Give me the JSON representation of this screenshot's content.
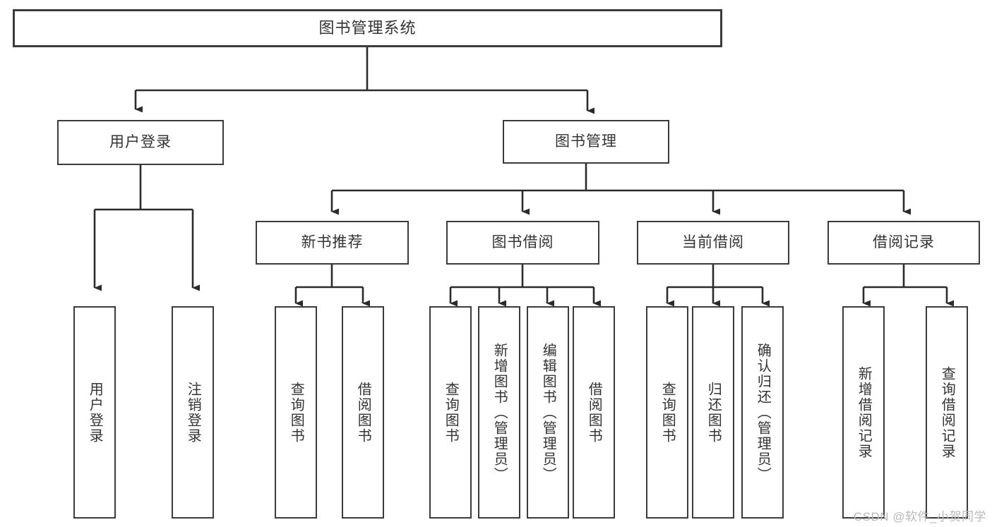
{
  "diagram": {
    "type": "tree",
    "title": "图书管理系统",
    "colors": {
      "box_border": "#3b3b3b",
      "box_fill": "#ffffff",
      "text": "#333333",
      "connector": "#2b2b2b",
      "watermark": "#b9b9b9"
    },
    "root": {
      "label": "图书管理系统"
    },
    "level1": [
      {
        "label": "用户登录"
      },
      {
        "label": "图书管理"
      }
    ],
    "level2": [
      {
        "label": "新书推荐"
      },
      {
        "label": "图书借阅"
      },
      {
        "label": "当前借阅"
      },
      {
        "label": "借阅记录"
      }
    ],
    "leaves": [
      {
        "label": "用户登录",
        "parent": "用户登录"
      },
      {
        "label": "注销登录",
        "parent": "用户登录"
      },
      {
        "label": "查询图书",
        "parent": "新书推荐"
      },
      {
        "label": "借阅图书",
        "parent": "新书推荐"
      },
      {
        "label": "查询图书",
        "parent": "图书借阅"
      },
      {
        "label": "新增图书（管理员）",
        "parent": "图书借阅"
      },
      {
        "label": "编辑图书（管理员）",
        "parent": "图书借阅"
      },
      {
        "label": "借阅图书",
        "parent": "图书借阅"
      },
      {
        "label": "查询图书",
        "parent": "当前借阅"
      },
      {
        "label": "归还图书",
        "parent": "当前借阅"
      },
      {
        "label": "确认归还（管理员）",
        "parent": "当前借阅"
      },
      {
        "label": "新增借阅记录",
        "parent": "借阅记录"
      },
      {
        "label": "查询借阅记录",
        "parent": "借阅记录"
      }
    ]
  },
  "watermark": {
    "text": "CSDN @软件_小贺同学"
  }
}
